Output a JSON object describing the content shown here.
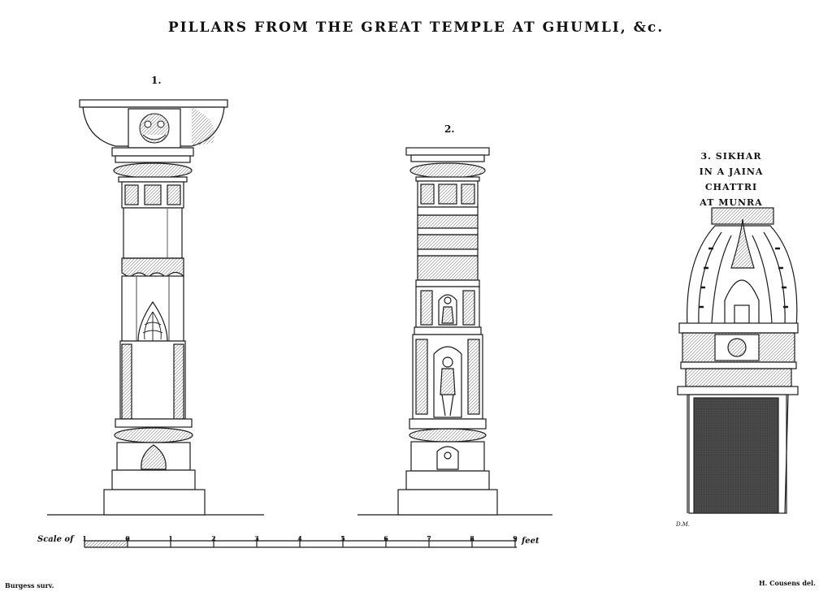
{
  "plate": {
    "title": "PILLARS FROM THE GREAT TEMPLE AT GHUMLI, &c."
  },
  "figures": {
    "fig1_label": "1.",
    "fig2_label": "2.",
    "fig3_caption": {
      "line1": "3. SIKHAR",
      "line2": "IN A JAINA CHATTRI",
      "line3": "AT MUNRA"
    },
    "fig3_initials": "D.M."
  },
  "scale": {
    "prefix": "Scale of",
    "unit": "feet",
    "ticks": [
      "1",
      "0",
      "1",
      "2",
      "3",
      "4",
      "5",
      "6",
      "7",
      "8",
      "9"
    ]
  },
  "credits": {
    "left": "Burgess surv.",
    "right": "H. Cousens del."
  },
  "colors": {
    "ink": "#1a1a1a",
    "shade": "#5a5a5a",
    "dark_fill": "#3d3d3d",
    "paper": "#ffffff"
  }
}
